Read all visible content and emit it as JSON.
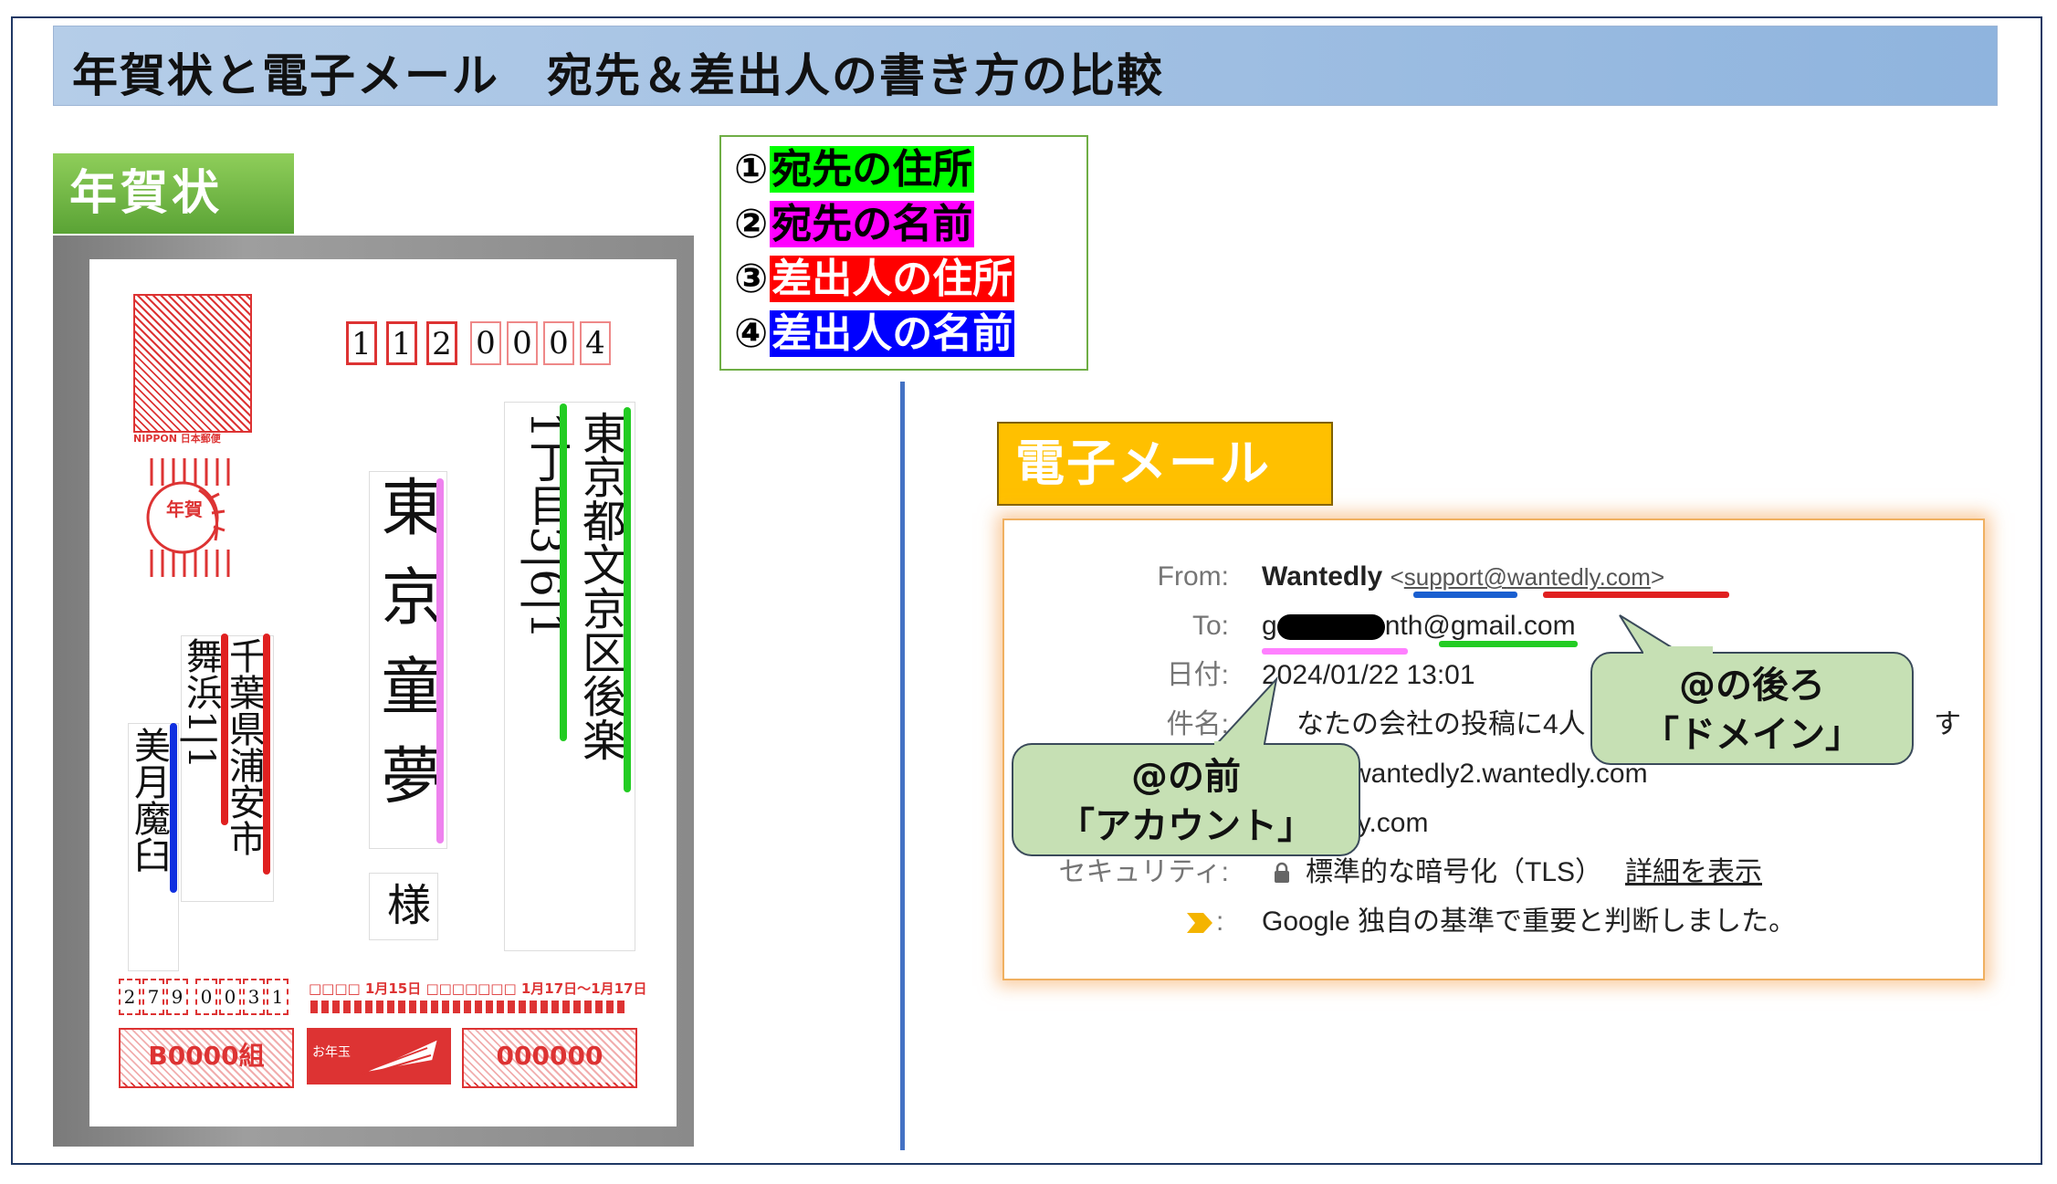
{
  "title": "年賀状と電子メール　宛先＆差出人の書き方の比較",
  "nengajo_label": "年賀状",
  "email_label": "電子メール",
  "legend": [
    {
      "num": "①",
      "text": "宛先の住所",
      "bg": "#00ff00",
      "fg": "#000000"
    },
    {
      "num": "②",
      "text": "宛先の名前",
      "bg": "#ff00ff",
      "fg": "#000000"
    },
    {
      "num": "③",
      "text": "差出人の住所",
      "bg": "#ff0000",
      "fg": "#ffffff"
    },
    {
      "num": "④",
      "text": "差出人の名前",
      "bg": "#0000ff",
      "fg": "#ffffff"
    }
  ],
  "card": {
    "postal_to": [
      "1",
      "1",
      "2",
      "0",
      "0",
      "0",
      "4"
    ],
    "addr_line1": "東京都文京区後楽",
    "addr_line2": "1丁目3|6|1",
    "recipient": "東京童夢",
    "honorific": "様",
    "sender_addr1": "千葉県浦安市",
    "sender_addr2": "舞浜1|1",
    "sender_name": "美月魔臼",
    "postal_from": [
      "2",
      "7",
      "9",
      "0",
      "0",
      "3",
      "1"
    ],
    "stamp_char": "年賀",
    "stamp_brand": "NIPPON 日本郵便",
    "lottery_text": "□□□□ 1月15日 □□□□□□□ 1月17日～1月17日",
    "lottery_group": "B0000組",
    "lottery_number": "000000",
    "otoshidama": "お年玉"
  },
  "email": {
    "from_label": "From:",
    "from_name": "Wantedly",
    "from_lt": "<",
    "from_user": "support",
    "from_at": "@",
    "from_domain": "wantedly.com",
    "from_gt": ">",
    "to_label": "To:",
    "to_prefix": "g",
    "to_suffix": "nth",
    "to_at": "@",
    "to_domain": "gmail.com",
    "date_label": "日付:",
    "date_value": "2024/01/22 13:01",
    "subject_label": "件名:",
    "subject_value": "なたの会社の投稿に4人",
    "subject_tail": "す",
    "mailedby_value": "wantedly2.wantedly.com",
    "signedby_value": "ly.com",
    "security_label": "セキュリティ:",
    "security_value": "標準的な暗号化（TLS）",
    "security_link": "詳細を表示",
    "importance_label": ":",
    "importance_value": "Google 独自の基準で重要と判断しました。"
  },
  "callout_domain": {
    "line1": "@の後ろ",
    "line2": "「ドメイン」"
  },
  "callout_account": {
    "line1": "@の前",
    "line2": "「アカウント」"
  }
}
